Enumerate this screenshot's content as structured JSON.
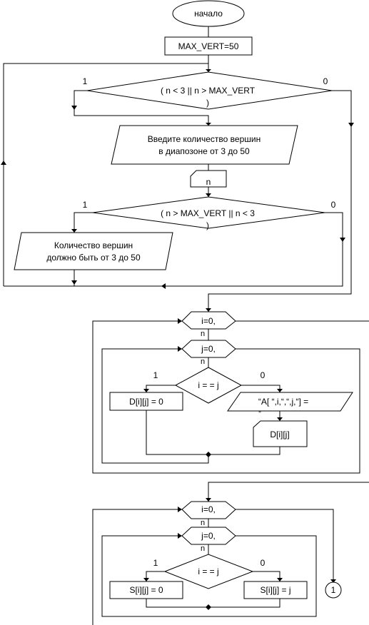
{
  "blocks": {
    "start": "начало",
    "max_vert": "MAX_VERT=50",
    "cond1": "( n < 3 || n > MAX_VERT",
    "cond1_end": ")",
    "cond1_yes": "1",
    "cond1_no": "0",
    "prompt_line1": "Введите количество вершин",
    "prompt_line2": "в диапозоне от 3 до 50",
    "input_n": "n",
    "cond2": "( n > MAX_VERT || n < 3",
    "cond2_end": ")",
    "cond2_yes": "1",
    "cond2_no": "0",
    "error_line1": "Количество вершин",
    "error_line2": "должно быть от 3 до 50",
    "loop1_i": "i=0,",
    "loop1_i_n": "n",
    "loop1_j": "j=0,",
    "loop1_j_n": "n",
    "cond3": "i = = j",
    "cond3_yes": "1",
    "cond3_no": "0",
    "assign_d": "D[i][j] = 0",
    "output_a": "“A[ “,i,“,“,j,“] =",
    "output_a_tail": "„",
    "input_d": "D[i][j]",
    "loop2_i": "i=0,",
    "loop2_i_n": "n",
    "loop2_j": "j=0,",
    "loop2_j_n": "n",
    "cond4": "i = = j",
    "cond4_yes": "1",
    "cond4_no": "0",
    "assign_s0": "S[i][j] = 0",
    "assign_sj": "S[i][j] = j",
    "connector": "1"
  }
}
